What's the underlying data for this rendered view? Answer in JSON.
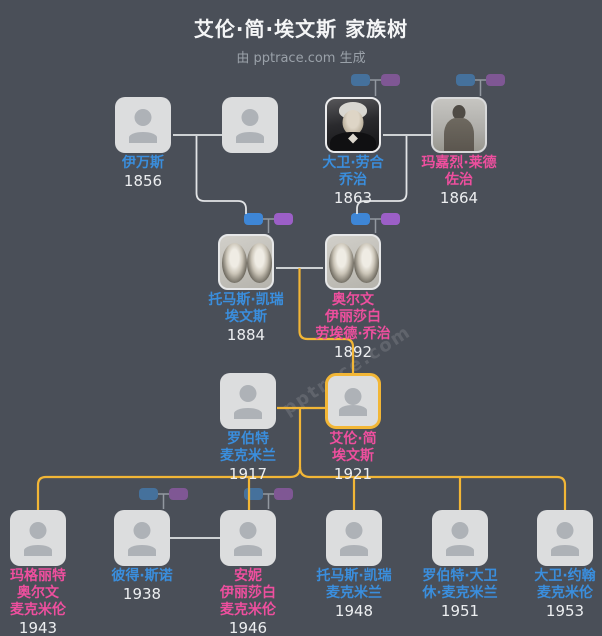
{
  "header": {
    "title": "艾伦·简·埃文斯 家族树",
    "subtitle": "由 pptrace.com 生成"
  },
  "watermark": "pptrace.com",
  "palette": {
    "background": "#4a4f58",
    "title_text": "#f4f5f6",
    "subtitle_text": "#9aa1a9",
    "male_name": "#3a8edd",
    "female_name": "#ee4f9e",
    "year_text": "#eceef0",
    "line": "#e2e4e6",
    "badge_stub": "#9298a0",
    "gold": "#f2b636",
    "badge_blue_bright": "#3e86d6",
    "badge_purple_bright": "#9c5fc7",
    "badge_blue_muted": "#45719c",
    "badge_purple_muted": "#7f5794",
    "box_fill": "#dcddde",
    "avatar": "#aeb2b7"
  },
  "people": [
    {
      "id": "evans",
      "name_line1": "伊万斯",
      "year": "1856",
      "gender": "male"
    },
    {
      "id": "evans-spouse",
      "gender": "unknown"
    },
    {
      "id": "david-lloyd-george",
      "name_line1": "大卫·劳合",
      "name_line2": "乔治",
      "year": "1863",
      "gender": "male"
    },
    {
      "id": "margaret-lloyd-george",
      "name_line1": "玛嘉烈·莱德",
      "name_line2": "佐治",
      "year": "1864",
      "gender": "female"
    },
    {
      "id": "thomas-carey-evans",
      "name_line1": "托马斯·凯瑞",
      "name_line2": "埃文斯",
      "year": "1884",
      "gender": "male"
    },
    {
      "id": "olwen-elizabeth-lloyd-george",
      "name_line1": "奥尔文",
      "name_line2": "伊丽莎白",
      "name_line3": "劳埃德·乔治",
      "year": "1892",
      "gender": "female"
    },
    {
      "id": "robert-macmillan",
      "name_line1": "罗伯特",
      "name_line2": "麦克米兰",
      "year": "1917",
      "gender": "male"
    },
    {
      "id": "eiluned-jane-evans",
      "name_line1": "艾伦·简",
      "name_line2": "埃文斯",
      "year": "1921",
      "gender": "female",
      "highlighted": true
    },
    {
      "id": "margaret-olwen-macmillan",
      "name_line1": "玛格丽特",
      "name_line2": "奥尔文",
      "name_line3": "麦克米伦",
      "year": "1943",
      "gender": "female"
    },
    {
      "id": "peter-snow",
      "name_line1": "彼得·斯诺",
      "year": "1938",
      "gender": "male"
    },
    {
      "id": "anne-elizabeth-macmillan",
      "name_line1": "安妮",
      "name_line2": "伊丽莎白",
      "name_line3": "麦克米伦",
      "year": "1946",
      "gender": "female"
    },
    {
      "id": "thomas-carey-macmillan",
      "name_line1": "托马斯·凯瑞",
      "name_line2": "麦克米兰",
      "year": "1948",
      "gender": "male"
    },
    {
      "id": "robert-david-hugh-macmillan",
      "name_line1": "罗伯特·大卫",
      "name_line2": "休·麦克米兰",
      "year": "1951",
      "gender": "male"
    },
    {
      "id": "david-john-macmillan",
      "name_line1": "大卫·约翰",
      "name_line2": "麦克米伦",
      "year": "1953",
      "gender": "male"
    }
  ]
}
